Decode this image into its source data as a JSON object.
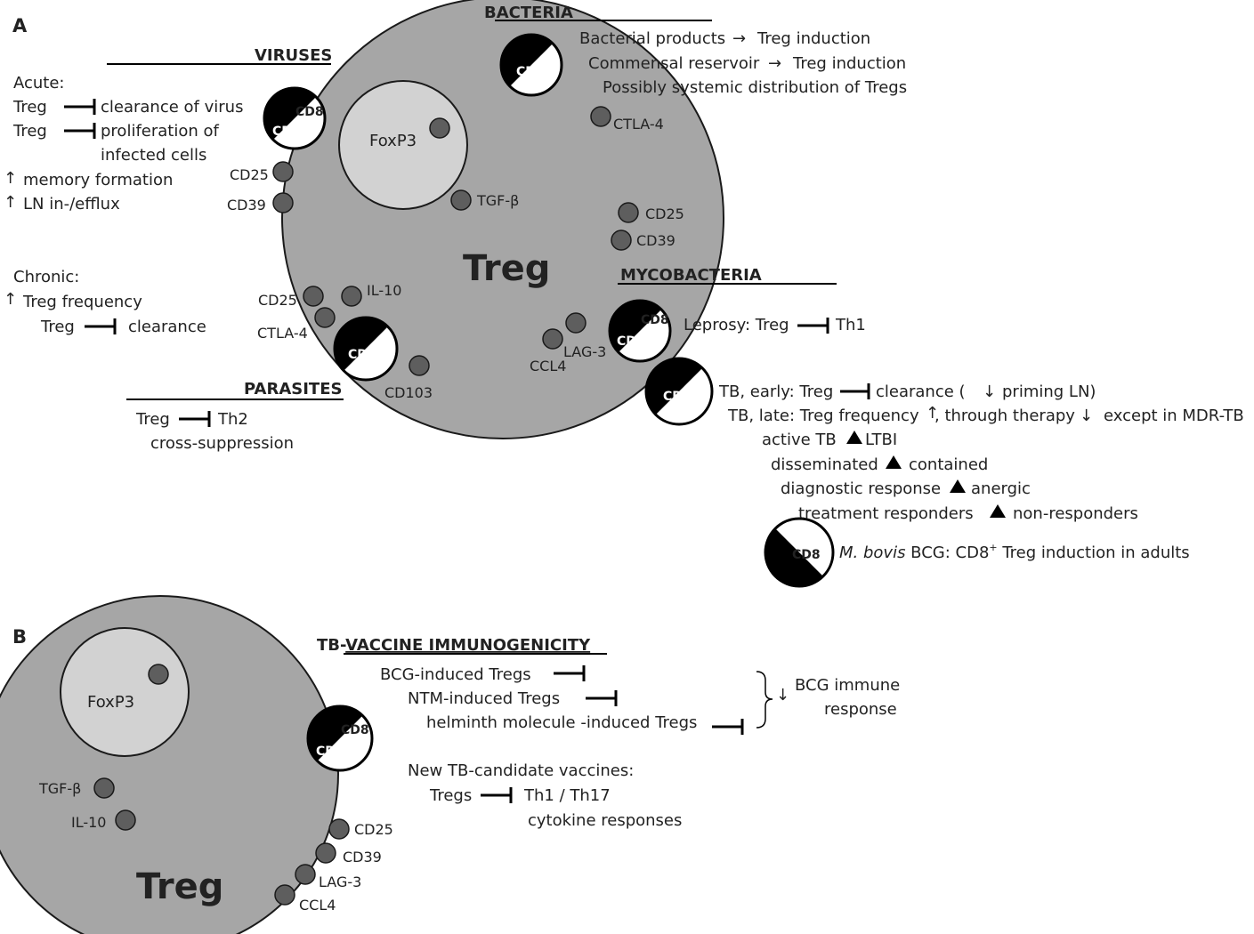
{
  "panel_a": {
    "letter": "A",
    "cell_label": "Treg",
    "nucleus_label": "FoxP3",
    "markers": {
      "ctla4_right": "CTLA-4",
      "tgfb": "TGF-β",
      "cd25_left": "CD25",
      "cd39_left": "CD39",
      "cd25_right": "CD25",
      "cd39_right": "CD39",
      "il10": "IL-10",
      "cd25_bottom": "CD25",
      "ctla4_bottom": "CTLA-4",
      "lag3": "LAG-3",
      "ccl4": "CCL4",
      "cd103": "CD103"
    },
    "cells": {
      "cd8": "CD8",
      "cd4": "CD4"
    },
    "bacteria": {
      "title": "BACTERIA",
      "lines": [
        "Bacterial products",
        "Treg induction",
        "Commensal reservoir",
        "Treg induction",
        "Possibly systemic distribution of Tregs"
      ],
      "arrow": "→"
    },
    "viruses": {
      "title": "VIRUSES",
      "acute": "Acute:",
      "treg": "Treg",
      "clearance_virus": "clearance of virus",
      "proliferation": "proliferation of",
      "infected_cells": "infected cells",
      "memory": "memory formation",
      "ln": "LN in-/efflux",
      "up_arrow": "↑",
      "chronic": "Chronic:",
      "treg_frequency": "Treg frequency",
      "clearance": "clearance"
    },
    "parasites": {
      "title": "PARASITES",
      "treg": "Treg",
      "th2": "Th2",
      "cross": "cross-suppression"
    },
    "mycobacteria": {
      "title": "MYCOBACTERIA",
      "leprosy": "Leprosy: Treg",
      "th1": "Th1",
      "tb_early": "TB, early: Treg",
      "clearance": "clearance (",
      "down_arrow": "↓",
      "priming": "priming LN)",
      "tb_late": "TB, late: Treg frequency",
      "up_arrow": "↑",
      "through": ", through therapy",
      "except": "except in MDR-TB",
      "active_tb": "active TB",
      "ltbi": "LTBI",
      "disseminated": "disseminated",
      "contained": "contained",
      "diagnostic": "diagnostic response",
      "anergic": "anergic",
      "treatment": "treatment responders",
      "non_responders": "non-responders",
      "bcg_species": "M. bovis",
      "bcg_text": " BCG: CD8",
      "bcg_sup": "+",
      "bcg_rest": " Treg induction in adults"
    }
  },
  "panel_b": {
    "letter": "B",
    "cell_label": "Treg",
    "nucleus_label": "FoxP3",
    "markers": {
      "tgfb": "TGF-β",
      "il10": "IL-10",
      "cd25": "CD25",
      "cd39": "CD39",
      "lag3": "LAG-3",
      "ccl4": "CCL4"
    },
    "cells": {
      "cd8": "CD8",
      "cd4": "CD4"
    },
    "vaccine": {
      "title_prefix": "TB-",
      "title_rest": "VACCINE IMMUNOGENICITY",
      "bcg_tregs": "BCG-induced Tregs",
      "ntm_tregs": "NTM-induced Tregs",
      "helminth_tregs": "helminth molecule -induced Tregs",
      "down_arrow": "↓",
      "bcg_immune": "BCG immune",
      "response": "response",
      "new_vaccines": "New TB-candidate vaccines:",
      "tregs": "Tregs",
      "th1_th17": "Th1 / Th17",
      "cytokine": "cytokine responses"
    }
  }
}
